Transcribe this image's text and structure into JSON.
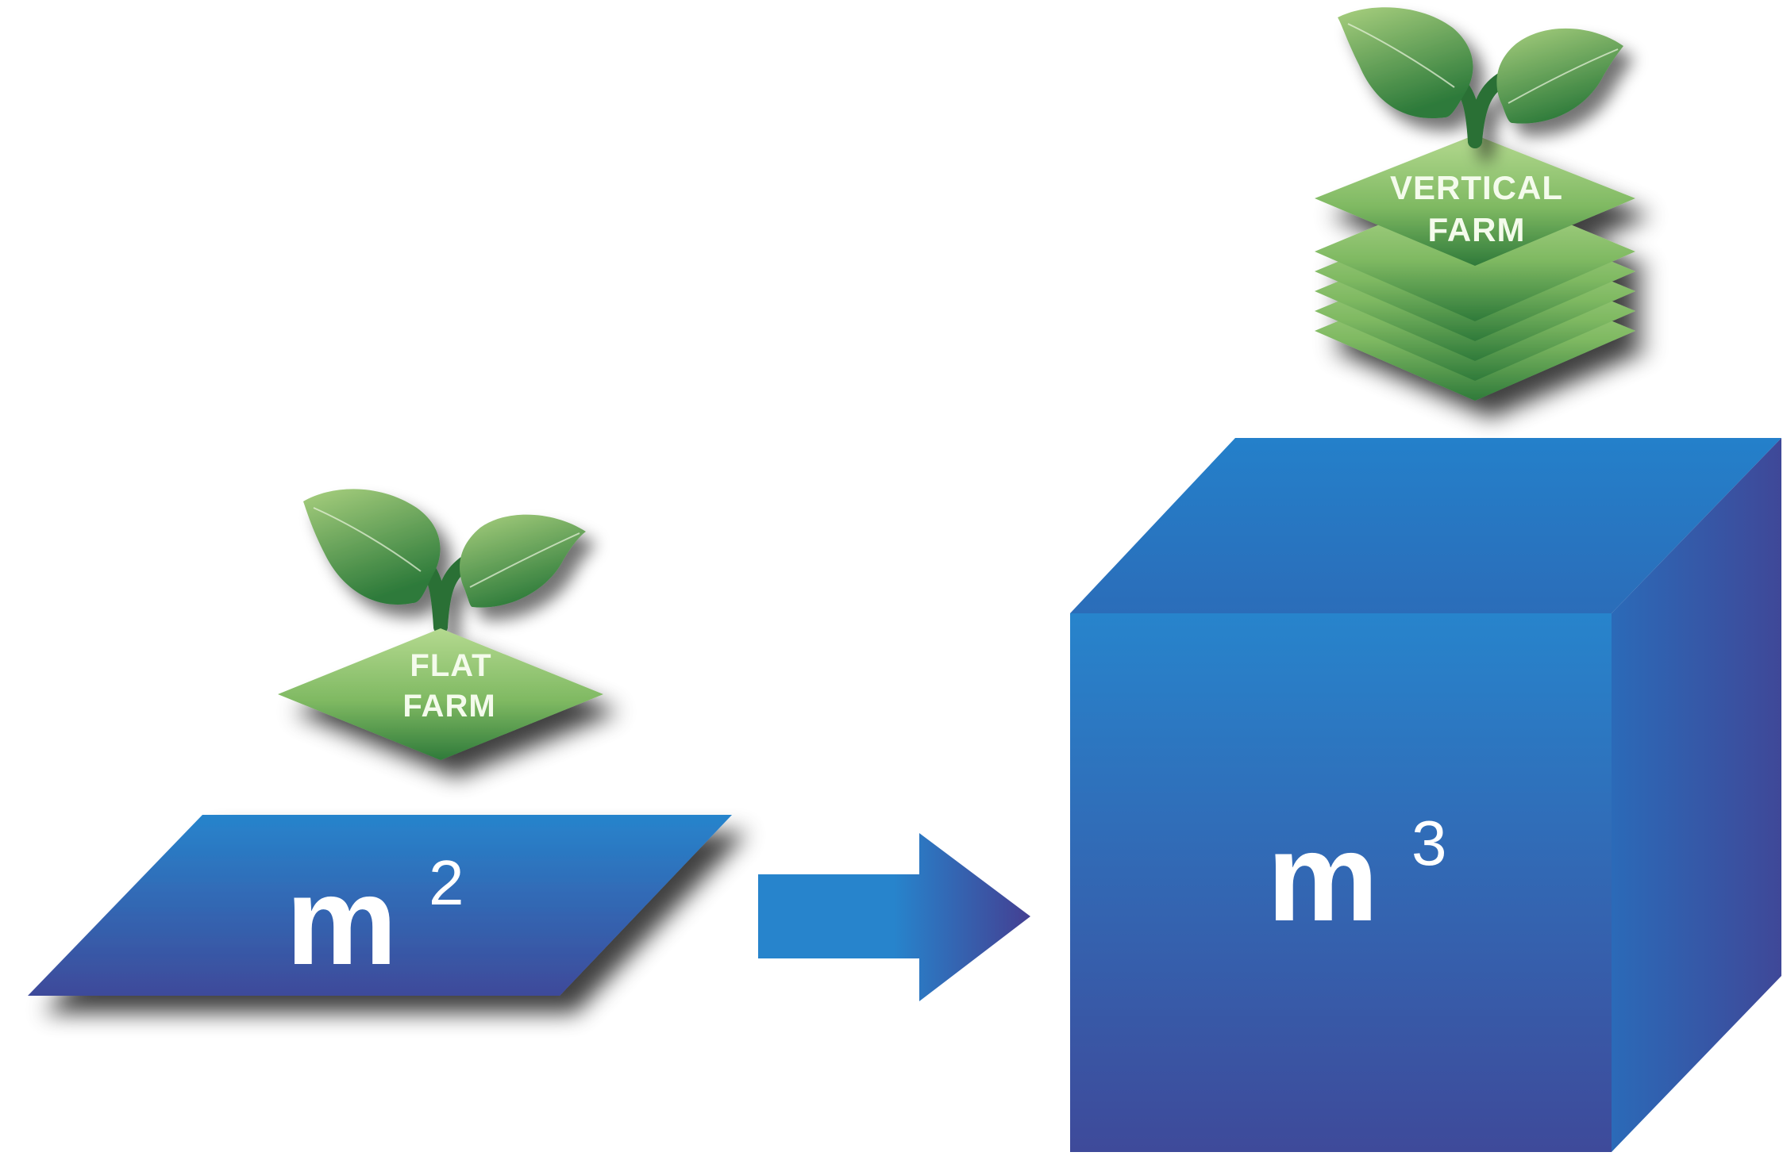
{
  "flat_farm": {
    "label_line1": "FLAT",
    "label_line2": "FARM"
  },
  "vertical_farm": {
    "label_line1": "VERTICAL",
    "label_line2": "FARM"
  },
  "area_unit": {
    "base": "m",
    "exponent": "2"
  },
  "volume_unit": {
    "base": "m",
    "exponent": "3"
  },
  "colors": {
    "leaf_light": "#a8cf7e",
    "leaf_dark": "#2d7a3a",
    "layer_green_light": "#b4d98f",
    "layer_green_dark": "#3f8a45",
    "blue_light": "#2784cc",
    "blue_dark": "#3e4a9a"
  }
}
